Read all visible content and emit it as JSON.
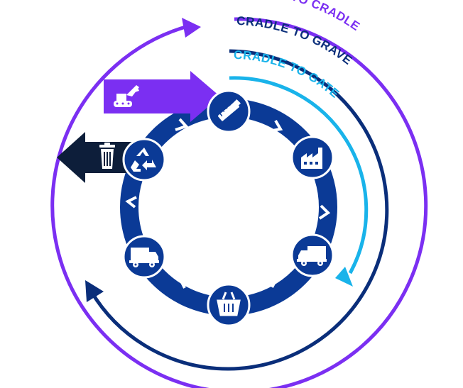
{
  "labels": {
    "cradle_to_cradle": "CRADLE TO CRADLE",
    "cradle_to_grave": "CRADLE TO GRAVE",
    "cradle_to_gate": "CRADLE TO GATE"
  },
  "colors": {
    "cradle_to_cradle": "#7b2ff2",
    "cradle_to_grave": "#0a2e7a",
    "cradle_to_gate": "#19b3ea",
    "cycle": "#0b3a96",
    "extraction_arrow": "#7b2ff2",
    "disposal_arrow": "#0d1e3a",
    "background": "#ffffff"
  },
  "stages": [
    {
      "name": "design",
      "icon": "pencil-ruler-icon"
    },
    {
      "name": "manufacturing",
      "icon": "factory-icon"
    },
    {
      "name": "distribution",
      "icon": "truck-icon"
    },
    {
      "name": "retail",
      "icon": "shopping-basket-icon"
    },
    {
      "name": "reverse-logistics",
      "icon": "truck-icon"
    },
    {
      "name": "recycling",
      "icon": "recycle-icon"
    }
  ],
  "inputs": [
    {
      "name": "raw-material-extraction",
      "icon": "excavator-icon"
    },
    {
      "name": "disposal",
      "icon": "trash-bin-icon"
    }
  ]
}
